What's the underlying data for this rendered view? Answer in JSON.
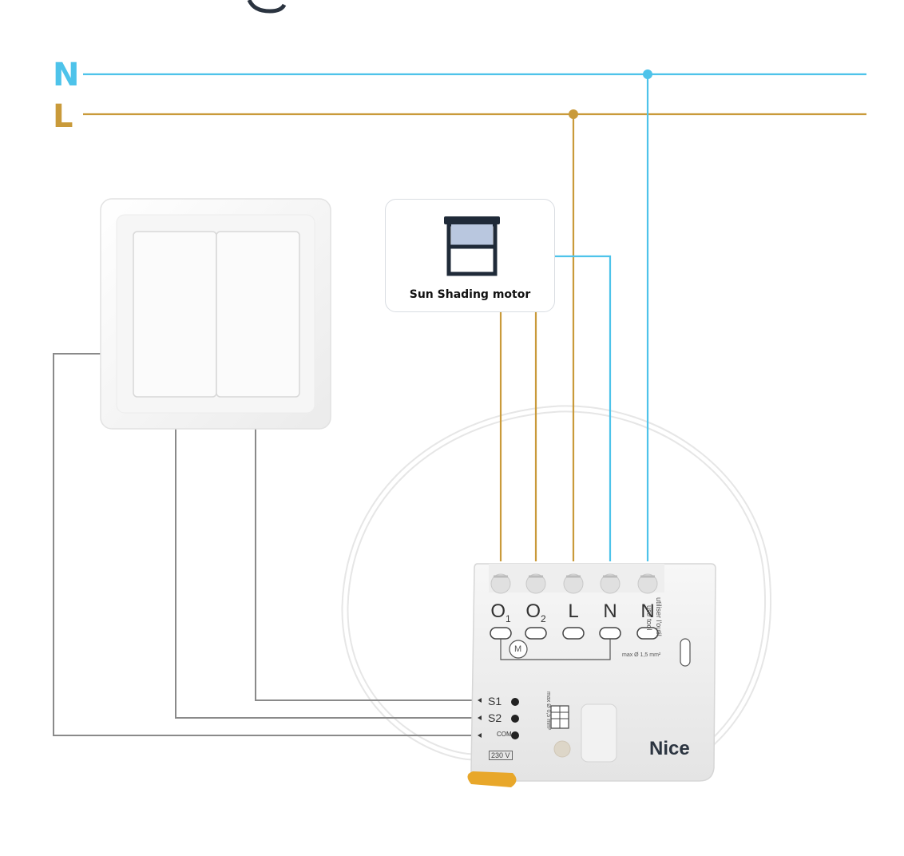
{
  "bus": {
    "n_label": "N",
    "l_label": "L",
    "n_color": "#4ec3ea",
    "l_color": "#c99a3a",
    "switch_wire_color": "#8a8a8a"
  },
  "motor_card": {
    "title": "Sun Shading motor",
    "icon": "blind-icon"
  },
  "module": {
    "terminals": [
      {
        "main": "O",
        "sub": "1"
      },
      {
        "main": "O",
        "sub": "2"
      },
      {
        "main": "L",
        "sub": ""
      },
      {
        "main": "N",
        "sub": ""
      },
      {
        "main": "N",
        "sub": ""
      }
    ],
    "motor_symbol": "M",
    "wire_size_note": "max Ø 1,5 mm²",
    "tool_note_1": "use tool",
    "tool_note_2": "utiliser l'outil",
    "input_labels": [
      "S1",
      "S2",
      "COM"
    ],
    "input_wire_note": "max Ø 0,5 mm²",
    "rating": "230 V",
    "brand": "Nice"
  }
}
